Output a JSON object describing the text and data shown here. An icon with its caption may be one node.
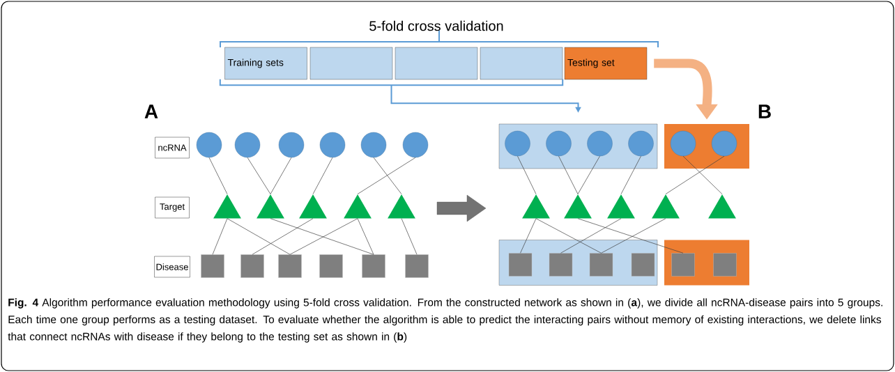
{
  "diagram": {
    "caption": "**Fig. 4** Algorithm performance evaluation methodology using 5-fold cross validation. From the constructed network as shown in (**a**), we divide all ncRNA-disease pairs into 5 groups. Each time one group performs as a testing dataset. To evaluate whether the algorithm is able to predict the interacting pairs without memory of existing interactions, we delete links that connect ncRNAs with disease if they belong to the testing set as shown in (**b**)",
    "nodes": [
      {
        "text": [
          "ncRNA"
        ]
      },
      {
        "text": [
          "Target"
        ]
      },
      {
        "text": [
          "Disease"
        ]
      },
      {
        "text": [
          "Training sets"
        ]
      },
      {
        "text": [],
        "shape": "box"
      },
      {
        "text": [],
        "shape": "box"
      },
      {
        "text": [],
        "shape": "box"
      },
      {
        "text": [
          "Testing set"
        ]
      },
      {
        "text": [],
        "shape": "circle"
      },
      {
        "text": [],
        "shape": "circle"
      },
      {
        "text": [],
        "shape": "circle"
      },
      {
        "text": [],
        "shape": "circle"
      },
      {
        "text": [],
        "shape": "circle"
      },
      {
        "text": [],
        "shape": "circle"
      },
      {
        "text": [],
        "shape": "triangle"
      },
      {
        "text": [],
        "shape": "triangle"
      },
      {
        "text": [],
        "shape": "triangle"
      },
      {
        "text": [],
        "shape": "triangle"
      },
      {
        "text": [],
        "shape": "triangle"
      },
      {
        "text": [],
        "shape": "box"
      },
      {
        "text": [],
        "shape": "box"
      },
      {
        "text": [],
        "shape": "box"
      },
      {
        "text": [],
        "shape": "box"
      },
      {
        "text": [],
        "shape": "box"
      },
      {
        "text": [],
        "shape": "box"
      },
      {
        "text": [],
        "shape": "box"
      },
      {
        "text": [],
        "shape": "circle",
        "in": 25
      },
      {
        "text": [],
        "shape": "circle",
        "in": 25
      },
      {
        "text": [],
        "shape": "circle",
        "in": 25
      },
      {
        "text": [],
        "shape": "circle",
        "in": 25
      },
      {
        "text": [],
        "shape": "box"
      },
      {
        "text": [],
        "shape": "circle",
        "in": 30
      },
      {
        "text": [],
        "shape": "circle",
        "in": 30
      },
      {
        "text": [],
        "shape": "triangle"
      },
      {
        "text": [],
        "shape": "triangle"
      },
      {
        "text": [],
        "shape": "triangle"
      },
      {
        "text": [],
        "shape": "triangle"
      },
      {
        "text": [],
        "shape": "triangle"
      },
      {
        "text": [],
        "shape": "box"
      },
      {
        "text": [],
        "shape": "box",
        "in": 38
      },
      {
        "text": [],
        "shape": "box",
        "in": 38
      },
      {
        "text": [],
        "shape": "box",
        "in": 38
      },
      {
        "text": [],
        "shape": "box",
        "in": 38
      },
      {
        "text": [],
        "shape": "box"
      },
      {
        "text": [],
        "shape": "box",
        "in": 43
      },
      {
        "text": [],
        "shape": "box",
        "in": 43
      },
      {
        "text": [],
        "shape": "bracket"
      }
    ],
    "edges": [
      {
        "from": 8,
        "to": 14,
        "arrow": "none"
      },
      {
        "from": 9,
        "to": 15,
        "arrow": "none"
      },
      {
        "from": 10,
        "to": 15,
        "arrow": "none"
      },
      {
        "from": 11,
        "to": 16,
        "arrow": "none"
      },
      {
        "from": 12,
        "to": 18,
        "arrow": "none"
      },
      {
        "from": 13,
        "to": 17,
        "arrow": "none"
      },
      {
        "from": 14,
        "to": 19,
        "arrow": "none"
      },
      {
        "from": 14,
        "to": 21,
        "arrow": "none"
      },
      {
        "from": 15,
        "to": 23,
        "arrow": "none"
      },
      {
        "from": 16,
        "to": 20,
        "arrow": "none"
      },
      {
        "from": 17,
        "to": 21,
        "arrow": "none"
      },
      {
        "from": 17,
        "to": 23,
        "arrow": "none"
      },
      {
        "from": 18,
        "to": 24,
        "arrow": "none"
      },
      {
        "from": 26,
        "to": 33,
        "arrow": "none"
      },
      {
        "from": 27,
        "to": 34,
        "arrow": "none"
      },
      {
        "from": 28,
        "to": 34,
        "arrow": "none"
      },
      {
        "from": 29,
        "to": 35,
        "arrow": "none"
      },
      {
        "from": 31,
        "to": 37,
        "arrow": "none"
      },
      {
        "from": 32,
        "to": 36,
        "arrow": "none"
      },
      {
        "from": 33,
        "to": 39,
        "arrow": "none"
      },
      {
        "from": 33,
        "to": 41,
        "arrow": "none"
      },
      {
        "from": 34,
        "to": 44,
        "arrow": "none"
      },
      {
        "from": 35,
        "to": 40,
        "arrow": "none"
      },
      {
        "from": 36,
        "to": 41,
        "arrow": "none"
      },
      {
        "from": 46,
        "to": 25,
        "arrow": "to",
        "color": "#5b9bd5"
      },
      {
        "from": 7,
        "to": 30,
        "arrow": "to",
        "style": "thick",
        "color": "#f4b183"
      }
    ],
    "labels": [
      "5-fold cross validation",
      "A",
      "B"
    ]
  }
}
